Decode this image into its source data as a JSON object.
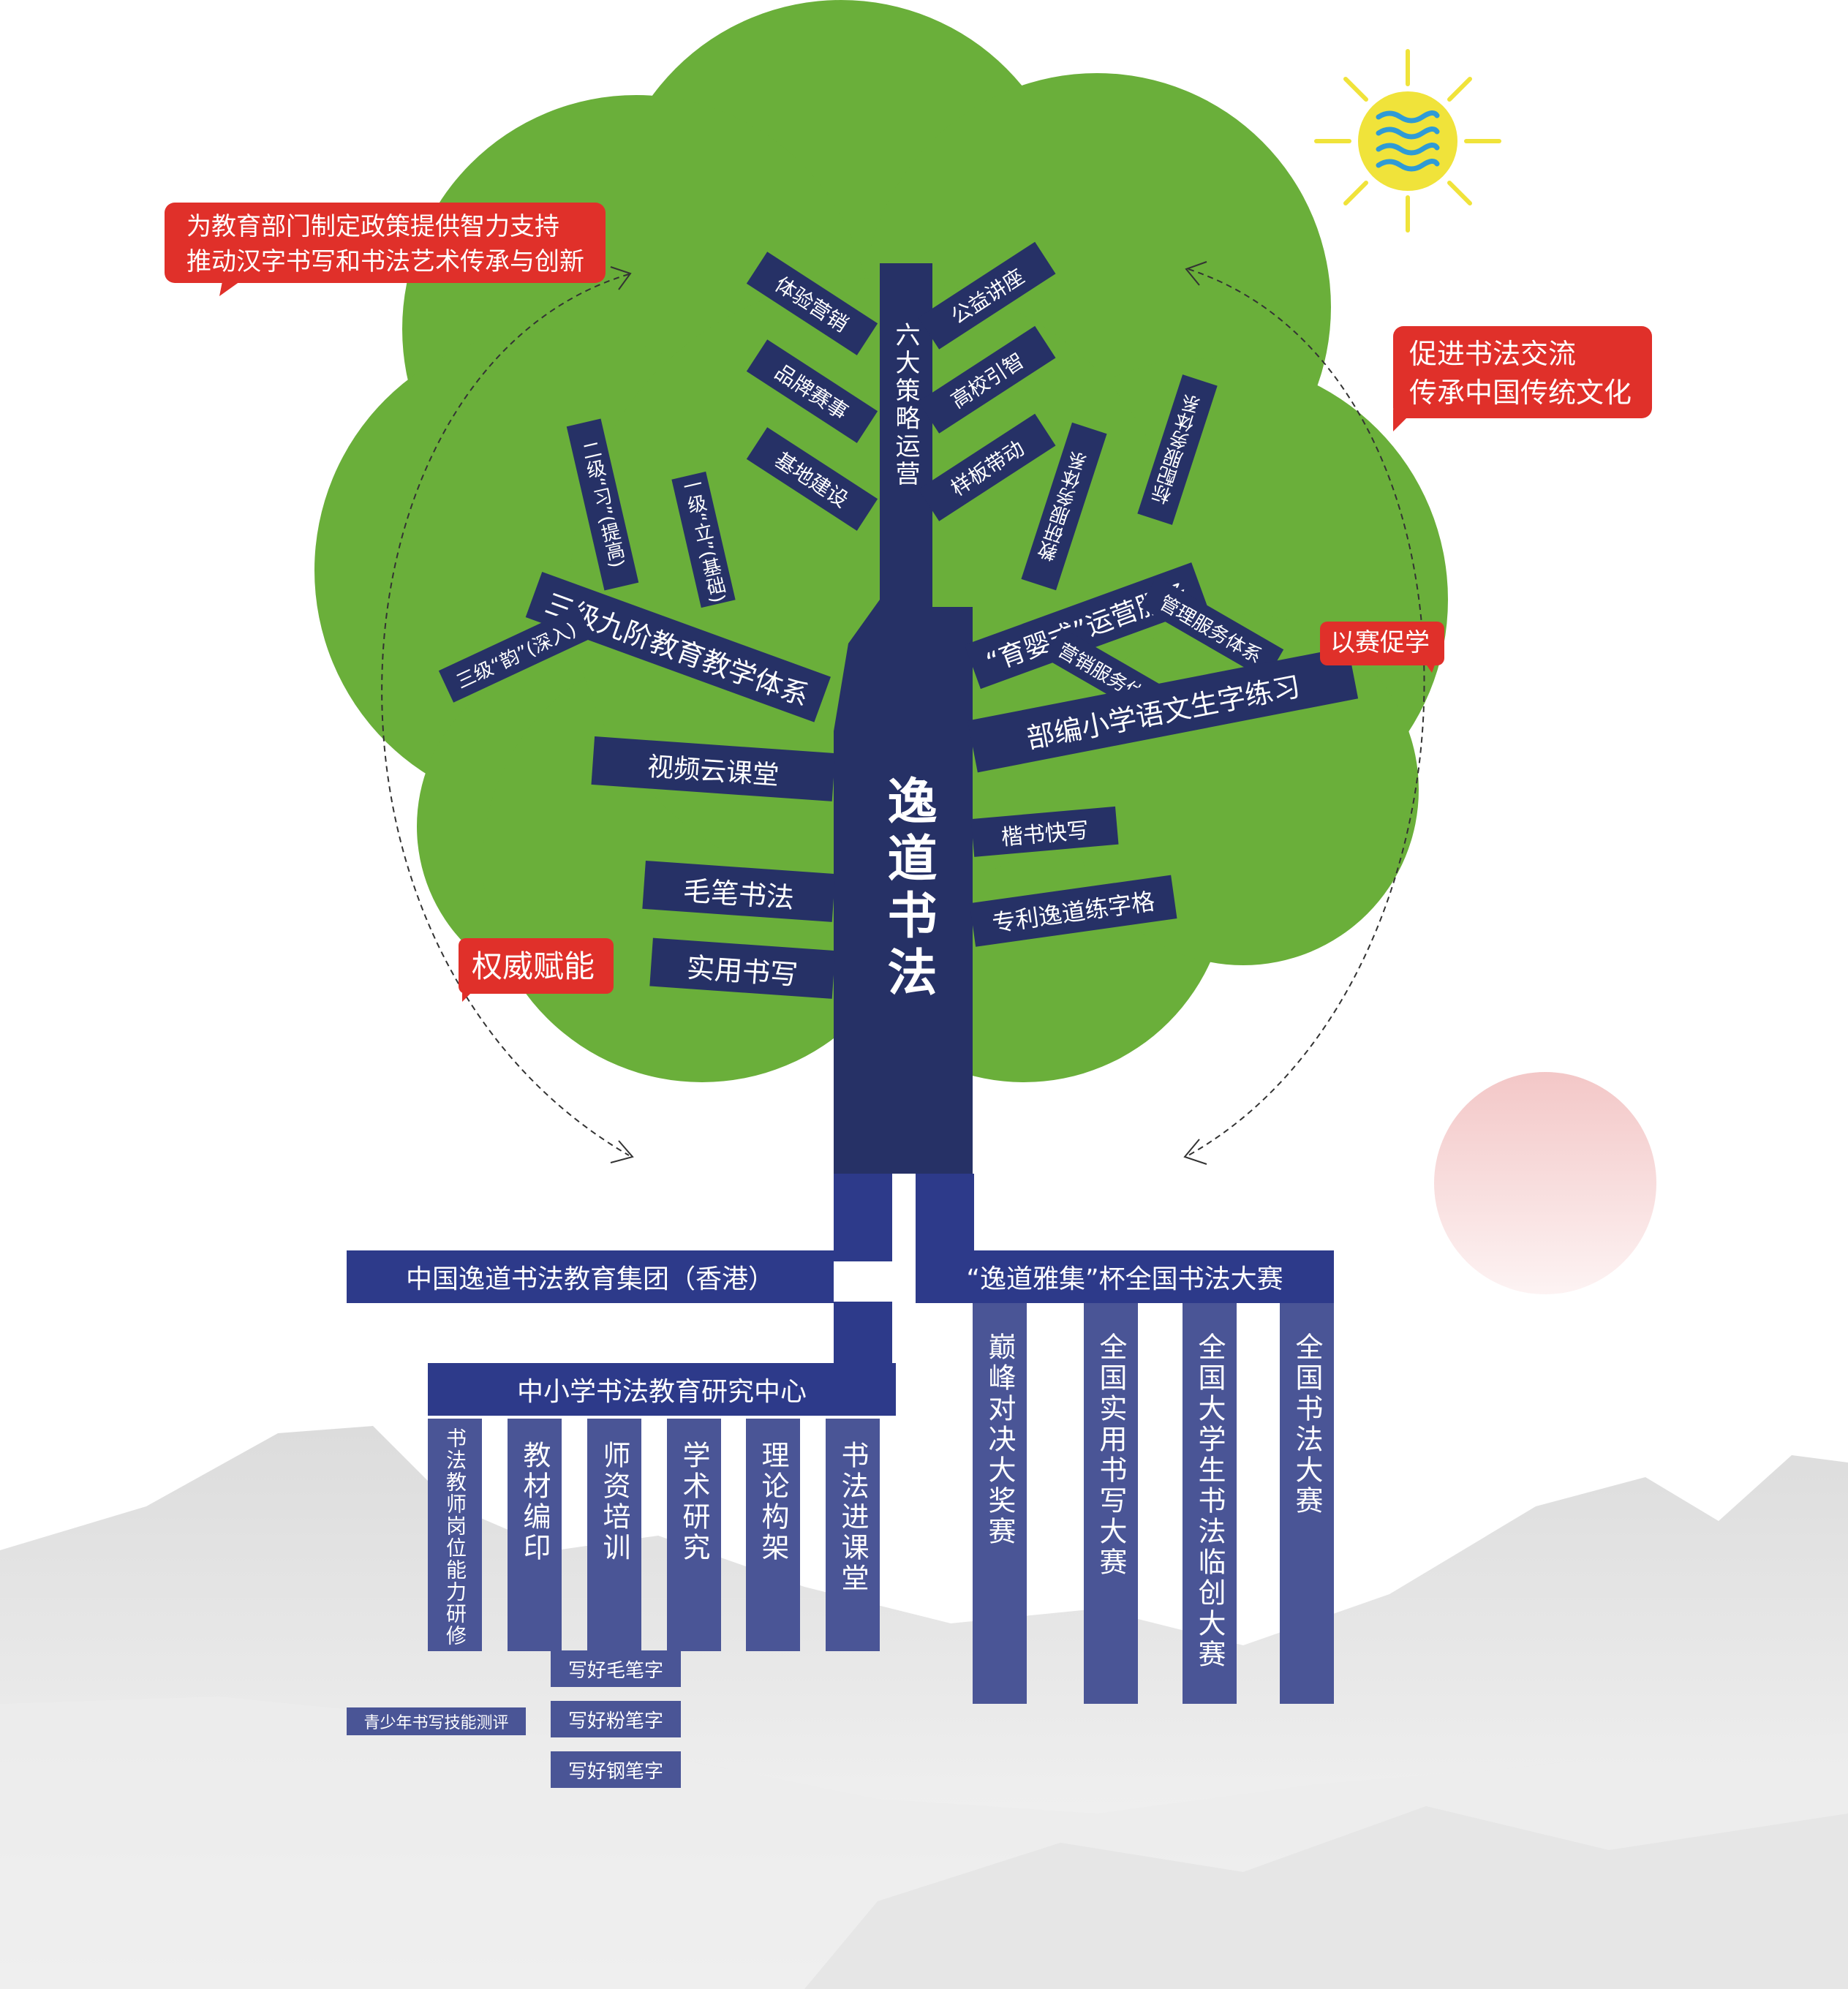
{
  "main_title": "逸道书法",
  "top_trunk_label": "六大策略运营",
  "callouts": {
    "top_left_line1": "为教育部门制定政策提供智力支持",
    "top_left_line2": "推动汉字书写和书法艺术传承与创新",
    "top_right_line1": "促进书法交流",
    "top_right_line2": "传承中国传统文化",
    "mid_right": "以赛促学",
    "mid_left": "权威赋能"
  },
  "strategy_left": [
    "体验营销",
    "品牌赛事",
    "基地建设"
  ],
  "strategy_right": [
    "公益讲座",
    "高校引智",
    "样板带动"
  ],
  "education_system": {
    "main": "三级九阶教育教学体系",
    "sub1": "一级“立”(基础)",
    "sub2": "二级“习”(提高)",
    "sub3": "三级“韵”(深入)"
  },
  "service_system": {
    "main": "“育婴式”运营服务",
    "sub1": "教研服务体系",
    "sub2": "标配服务体系",
    "sub3": "管理服务体系",
    "sub4": "营销服务体系"
  },
  "left_branches": [
    "视频云课堂",
    "毛笔书法",
    "实用书写"
  ],
  "right_branches": [
    "部编小学语文生字练习",
    "楷书快写",
    "专利逸道练字格"
  ],
  "roots": {
    "group": "中国逸道书法教育集团（香港）",
    "contest": "“逸道雅集”杯全国书法大赛",
    "center": "中小学书法教育研究中心",
    "center_items": [
      "书法教师岗位能力研修",
      "教材编印",
      "师资培训",
      "学术研究",
      "理论构架",
      "书法进课堂"
    ],
    "contest_items": [
      "巅峰对决大奖赛",
      "全国实用书写大赛",
      "全国大学生书法临创大赛",
      "全国书法大赛"
    ],
    "writing_items": [
      "写好毛笔字",
      "写好粉笔字",
      "写好钢笔字"
    ],
    "assessment": "青少年书写技能测评"
  },
  "colors": {
    "tree": "#6aaf3a",
    "navy": "#263166",
    "light_navy": "#4a5596",
    "red": "#e0302a",
    "sun": "#f0e33a",
    "logo_blue": "#2f9bd5"
  }
}
